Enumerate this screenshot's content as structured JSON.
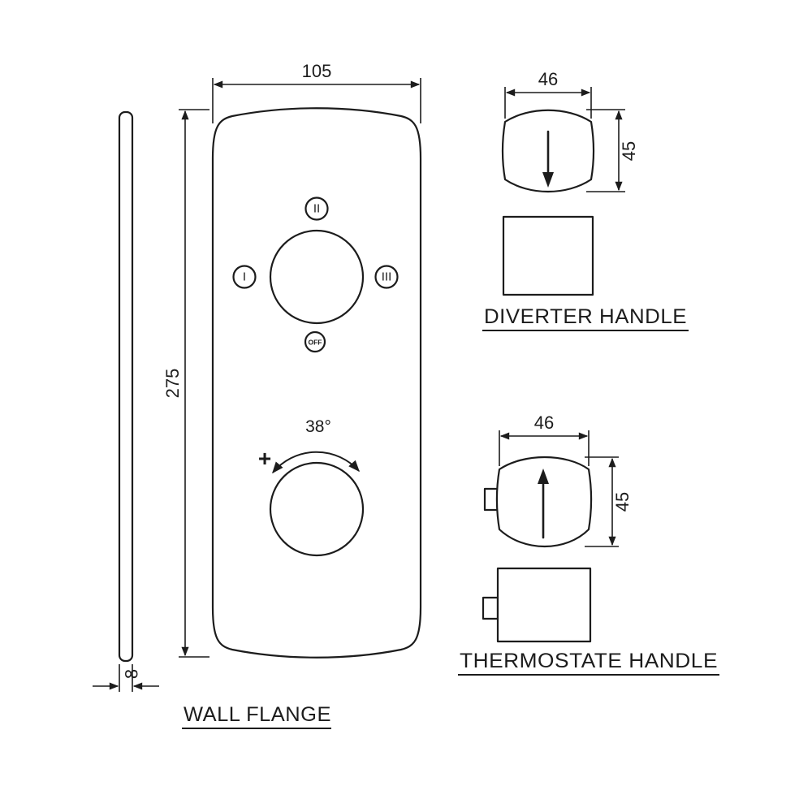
{
  "colors": {
    "ink": "#1c1c1c",
    "background": "#ffffff"
  },
  "wall_flange": {
    "label": "WALL FLANGE",
    "width_mm": "105",
    "height_mm": "275",
    "thickness_mm": "8",
    "temperature_angle": "38°",
    "plus_sign": "+",
    "diverter_positions": {
      "top": "II",
      "left": "I",
      "right": "III",
      "off": "OFF"
    }
  },
  "diverter_handle": {
    "label": "DIVERTER HANDLE",
    "width_mm": "46",
    "height_mm": "45"
  },
  "thermostat_handle": {
    "label": "THERMOSTATE HANDLE",
    "width_mm": "46",
    "height_mm": "45"
  }
}
